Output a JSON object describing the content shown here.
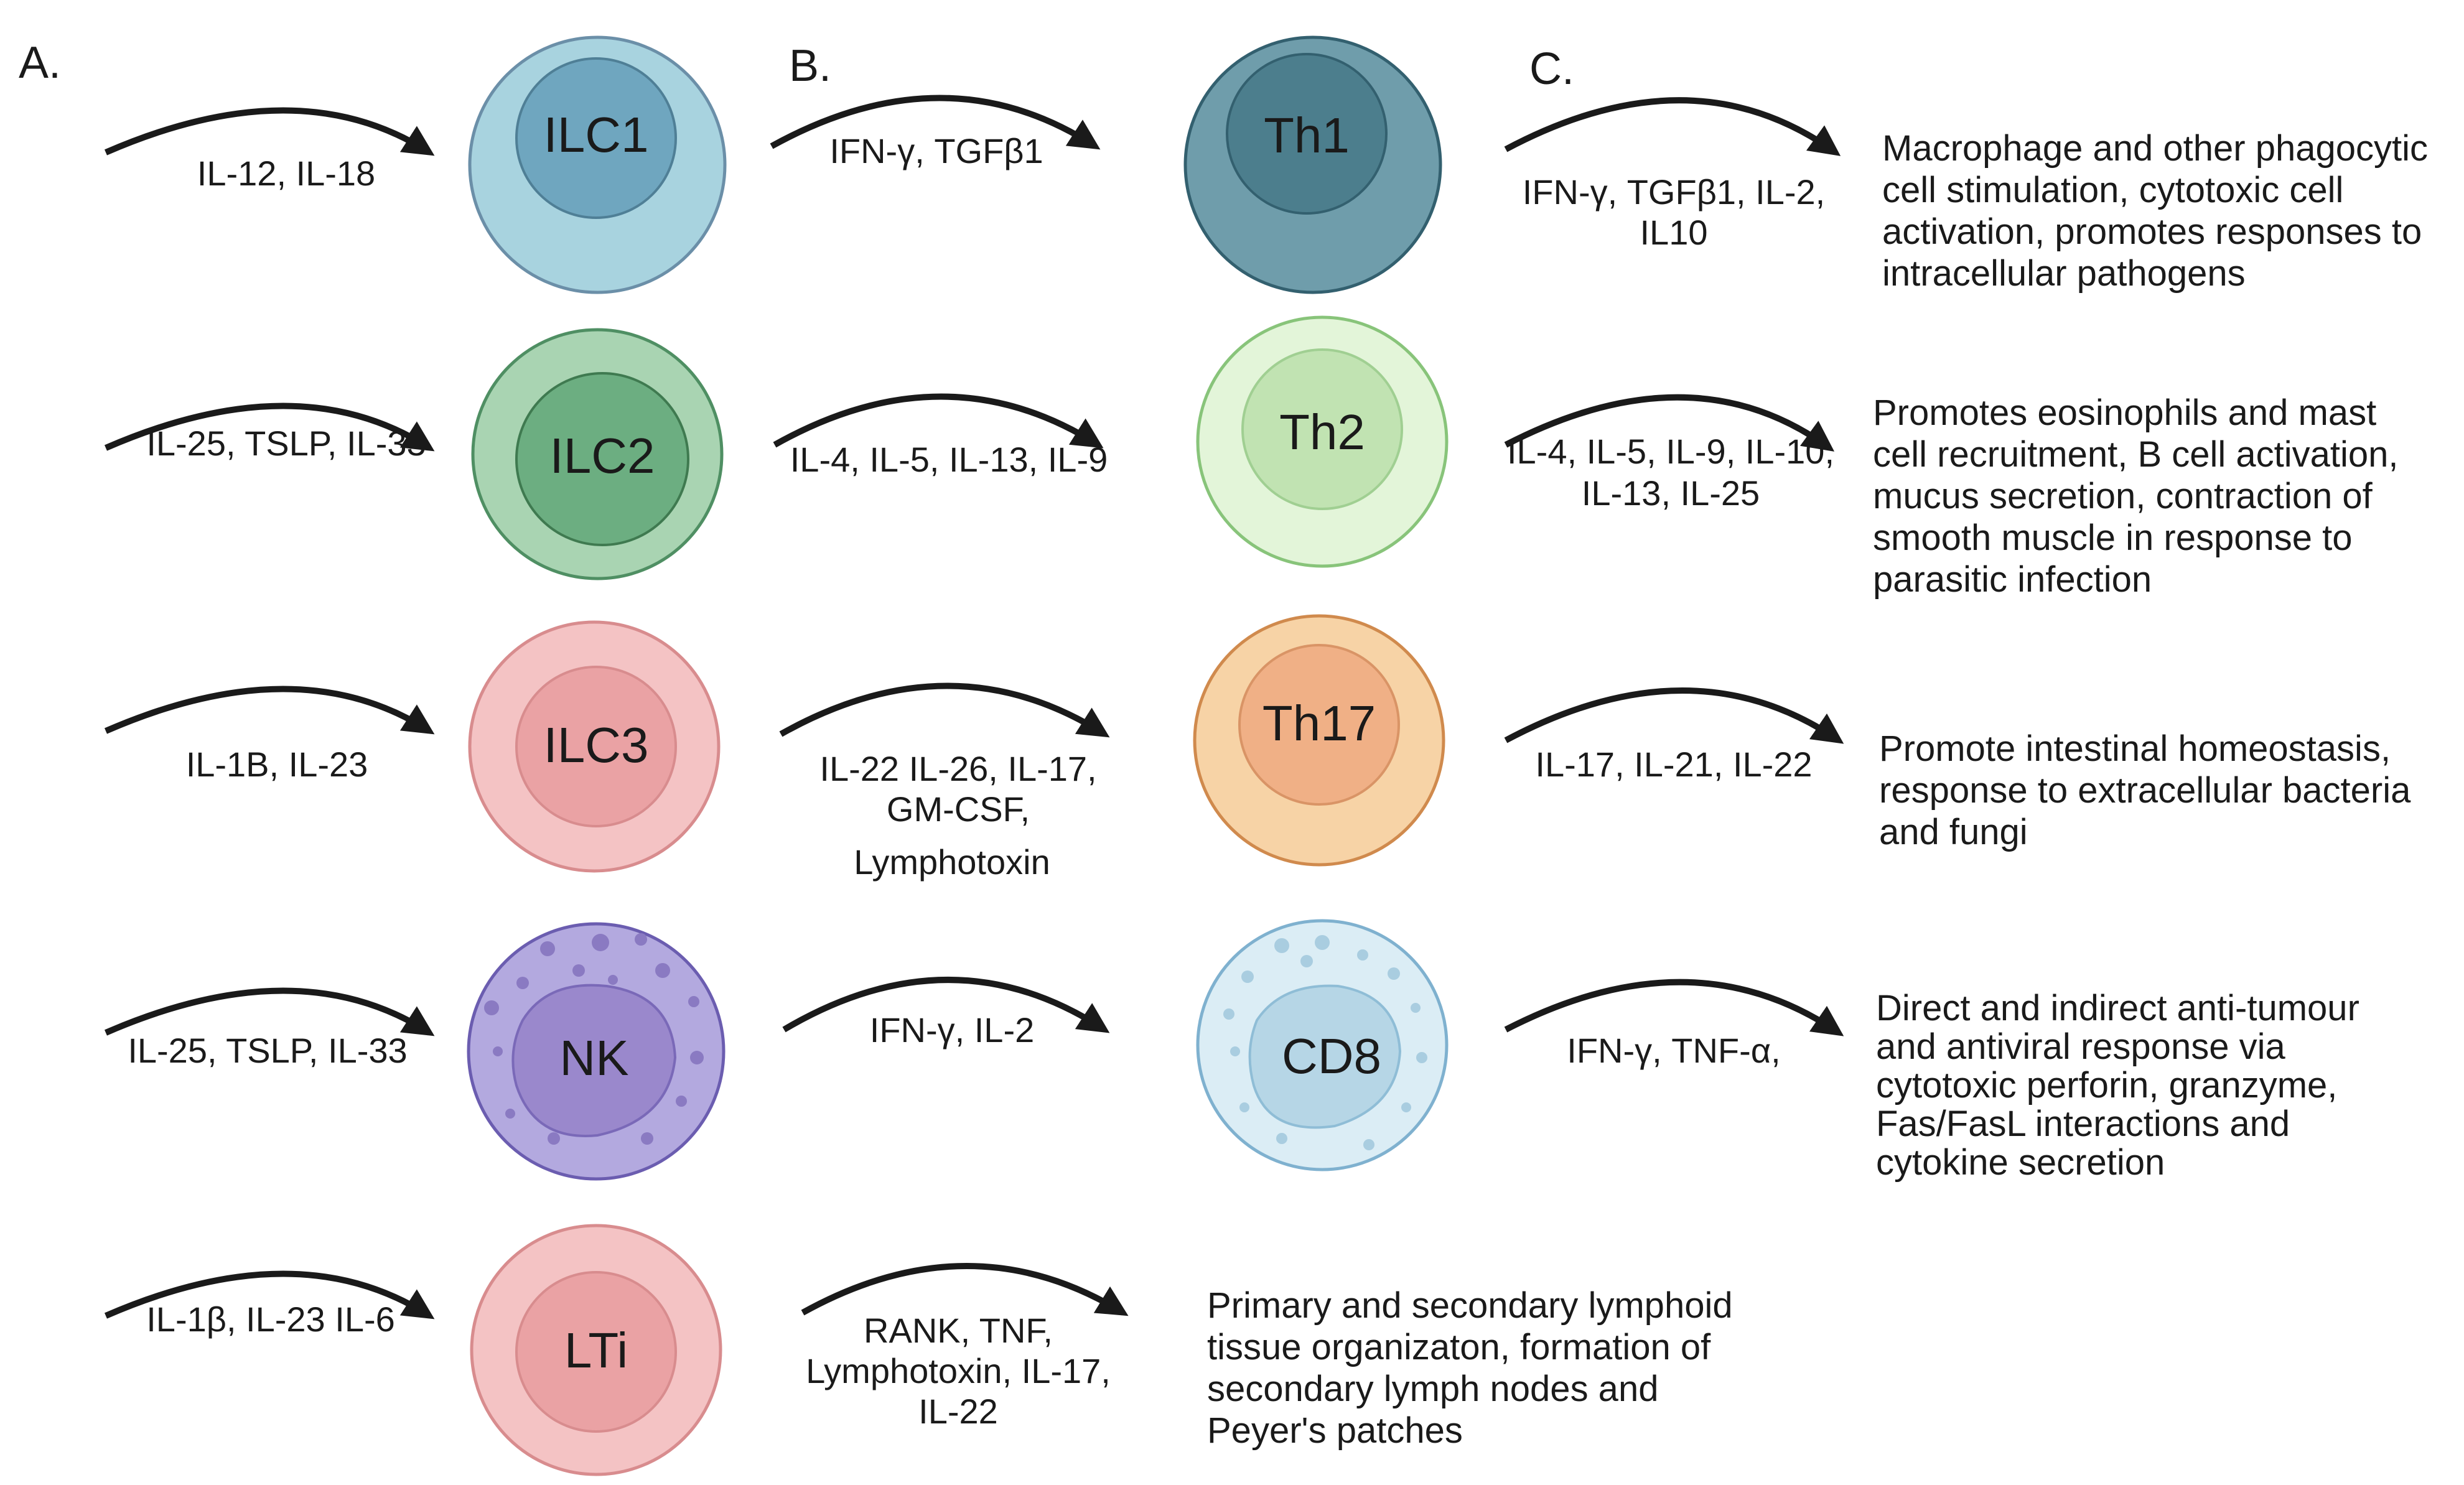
{
  "panels": {
    "a": "A.",
    "b": "B.",
    "c": "C."
  },
  "colors": {
    "ilc1": {
      "outer": "#a8d3df",
      "stroke": "#6b8fa8",
      "inner": "#6fa6bf"
    },
    "ilc2": {
      "outer": "#a9d4b2",
      "stroke": "#4f8f63",
      "inner": "#6cae81"
    },
    "ilc3": {
      "outer": "#f4c3c4",
      "stroke": "#d88c8e",
      "inner": "#eaa2a4"
    },
    "nk": {
      "outer": "#b3a9df",
      "stroke": "#6b5db0",
      "inner": "#9a88cc"
    },
    "lti": {
      "outer": "#f4c3c4",
      "stroke": "#d88c8e",
      "inner": "#eaa2a4"
    },
    "th1": {
      "outer": "#6f9dab",
      "stroke": "#33606f",
      "inner": "#4c7e8d"
    },
    "th2": {
      "outer": "#e3f5d9",
      "stroke": "#88c47a",
      "inner": "#c1e3b2"
    },
    "th17": {
      "outer": "#f7d3a6",
      "stroke": "#d08a4d",
      "inner": "#f0b086"
    },
    "cd8": {
      "outer": "#dbedf5",
      "stroke": "#7fb1cf",
      "inner": "#b6d6e6"
    }
  },
  "col_a": [
    {
      "cytokines": [
        "IL-12, IL-18"
      ],
      "cell": "ILC1"
    },
    {
      "cytokines": [
        "IL-25, TSLP, IL-33"
      ],
      "cell": "ILC2"
    },
    {
      "cytokines": [
        "IL-1B, IL-23"
      ],
      "cell": "ILC3"
    },
    {
      "cytokines": [
        "IL-25, TSLP, IL-33"
      ],
      "cell": "NK"
    },
    {
      "cytokines": [
        "IL-1β, IL-23 IL-6"
      ],
      "cell": "LTi"
    }
  ],
  "col_b": [
    {
      "cytokines": [
        "IFN-γ, TGFβ1"
      ],
      "cell": "Th1"
    },
    {
      "cytokines": [
        "IL-4, IL-5, IL-13, IL-9"
      ],
      "cell": "Th2"
    },
    {
      "cytokines": [
        "IL-22 IL-26, IL-17,",
        "GM-CSF,",
        "Lymphotoxin"
      ],
      "cell": "Th17"
    },
    {
      "cytokines": [
        "IFN-γ, IL-2"
      ],
      "cell": "CD8"
    },
    {
      "cytokines": [
        "RANK, TNF,",
        "Lymphotoxin, IL-17,",
        "IL-22"
      ]
    }
  ],
  "lti_function": [
    "Primary and secondary lymphoid",
    "tissue organizaton, formation of",
    "secondary lymph nodes and",
    "Peyer's patches"
  ],
  "col_c": [
    {
      "cytokines": [
        "IFN-γ, TGFβ1, IL-2,",
        "IL10"
      ],
      "function": [
        "Macrophage and other phagocytic",
        "cell stimulation, cytotoxic cell",
        "activation, promotes responses to",
        "intracellular pathogens"
      ]
    },
    {
      "cytokines": [
        "IL-4, IL-5, IL-9, IL-10,",
        "IL-13,  IL-25"
      ],
      "function": [
        "Promotes eosinophils and mast",
        "cell recruitment, B cell activation,",
        "mucus secretion, contraction of",
        "smooth muscle in response to",
        "parasitic infection"
      ]
    },
    {
      "cytokines": [
        "IL-17, IL-21, IL-22"
      ],
      "function": [
        "Promote intestinal homeostasis,",
        "response to extracellular bacteria",
        "and fungi"
      ]
    },
    {
      "cytokines": [
        "IFN-γ, TNF-α,"
      ],
      "function": [
        "Direct and indirect anti-tumour",
        "and antiviral response via",
        "cytotoxic  perforin, granzyme,",
        "Fas/FasL interactions and",
        "cytokine secretion"
      ]
    }
  ]
}
